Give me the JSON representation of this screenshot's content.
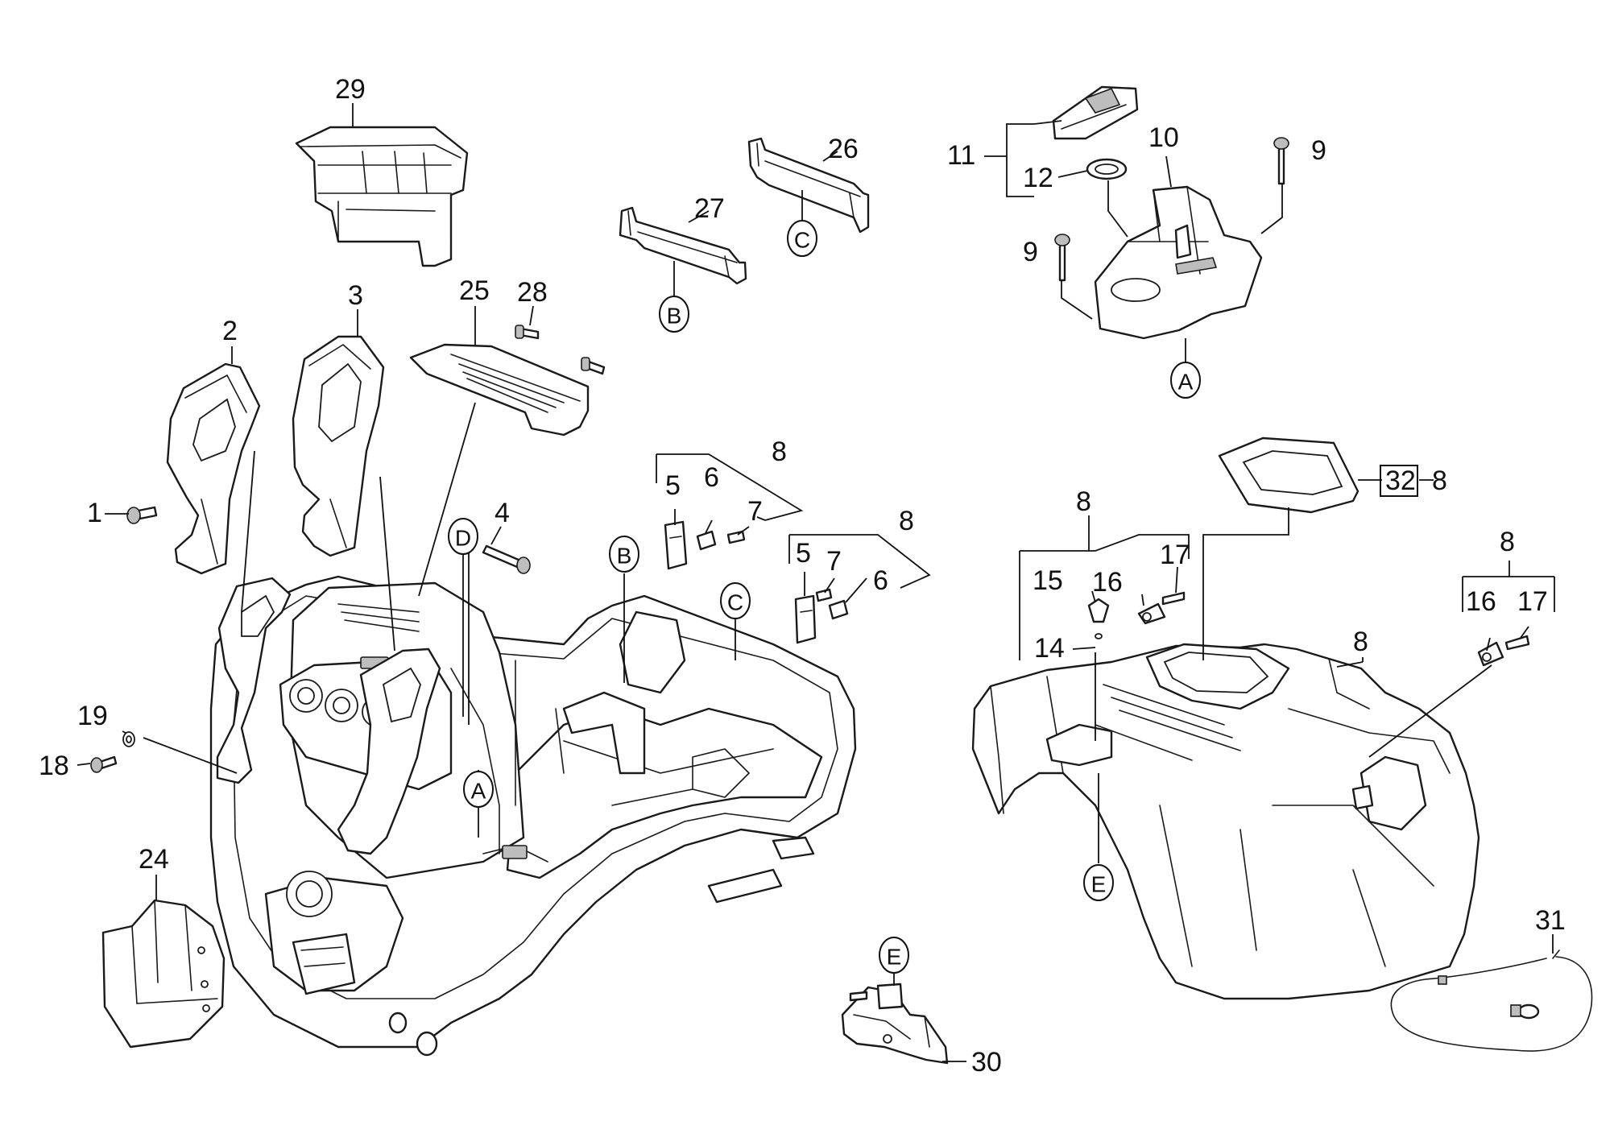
{
  "diagram": {
    "type": "exploded-parts-view",
    "callouts": [
      {
        "id": "c1",
        "text": "1"
      },
      {
        "id": "c2",
        "text": "2"
      },
      {
        "id": "c3",
        "text": "3"
      },
      {
        "id": "c4",
        "text": "4"
      },
      {
        "id": "c5a",
        "text": "5"
      },
      {
        "id": "c5b",
        "text": "5"
      },
      {
        "id": "c6a",
        "text": "6"
      },
      {
        "id": "c6b",
        "text": "6"
      },
      {
        "id": "c7a",
        "text": "7"
      },
      {
        "id": "c7b",
        "text": "7"
      },
      {
        "id": "c8a",
        "text": "8"
      },
      {
        "id": "c8b",
        "text": "8"
      },
      {
        "id": "c8c",
        "text": "8"
      },
      {
        "id": "c8d",
        "text": "8"
      },
      {
        "id": "c8e",
        "text": "8"
      },
      {
        "id": "c8f",
        "text": "8"
      },
      {
        "id": "c9a",
        "text": "9"
      },
      {
        "id": "c9b",
        "text": "9"
      },
      {
        "id": "c10",
        "text": "10"
      },
      {
        "id": "c11",
        "text": "11"
      },
      {
        "id": "c12",
        "text": "12"
      },
      {
        "id": "c14",
        "text": "14"
      },
      {
        "id": "c15",
        "text": "15"
      },
      {
        "id": "c16a",
        "text": "16"
      },
      {
        "id": "c16b",
        "text": "16"
      },
      {
        "id": "c17a",
        "text": "17"
      },
      {
        "id": "c17b",
        "text": "17"
      },
      {
        "id": "c18",
        "text": "18"
      },
      {
        "id": "c19",
        "text": "19"
      },
      {
        "id": "c24",
        "text": "24"
      },
      {
        "id": "c25",
        "text": "25"
      },
      {
        "id": "c26",
        "text": "26"
      },
      {
        "id": "c27",
        "text": "27"
      },
      {
        "id": "c28",
        "text": "28"
      },
      {
        "id": "c29",
        "text": "29"
      },
      {
        "id": "c30",
        "text": "30"
      },
      {
        "id": "c31",
        "text": "31"
      },
      {
        "id": "c32",
        "text": "32"
      }
    ],
    "refs": [
      {
        "id": "rA1",
        "letter": "A"
      },
      {
        "id": "rA2",
        "letter": "A"
      },
      {
        "id": "rB1",
        "letter": "B"
      },
      {
        "id": "rB2",
        "letter": "B"
      },
      {
        "id": "rC1",
        "letter": "C"
      },
      {
        "id": "rC2",
        "letter": "C"
      },
      {
        "id": "rD1",
        "letter": "D"
      },
      {
        "id": "rE1",
        "letter": "E"
      },
      {
        "id": "rE2",
        "letter": "E"
      }
    ]
  }
}
